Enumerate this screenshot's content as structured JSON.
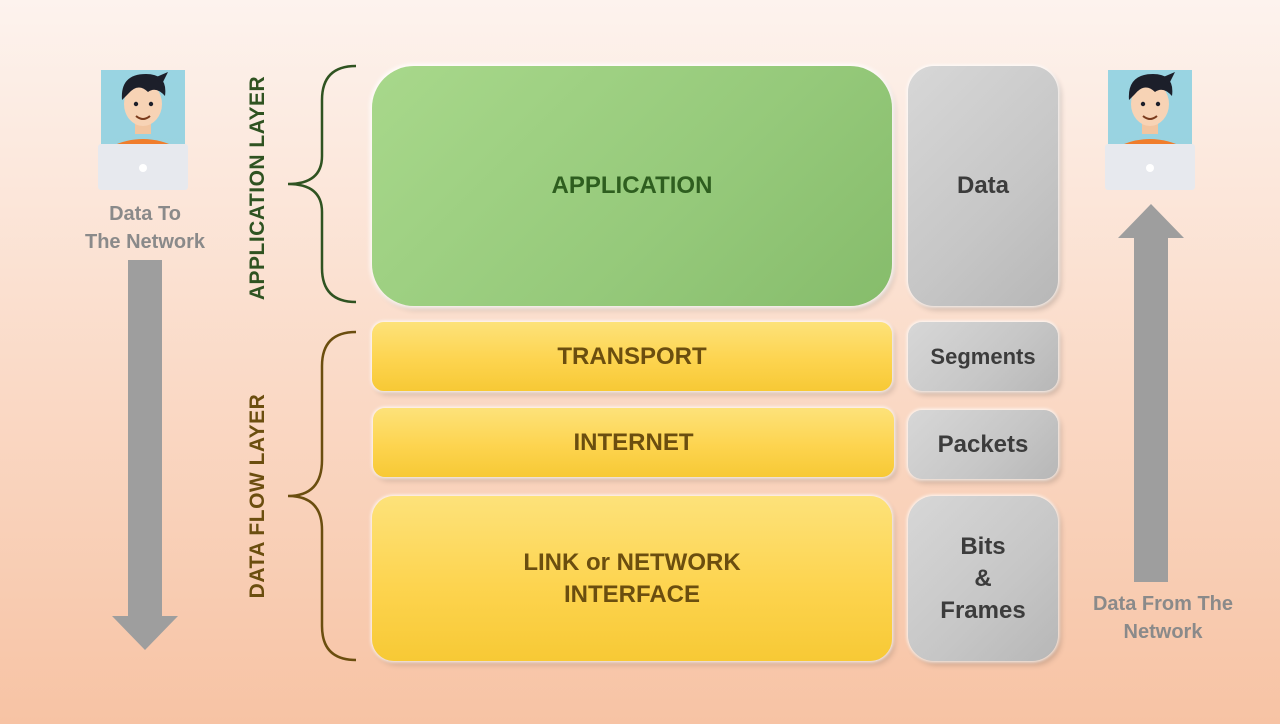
{
  "left": {
    "caption": "Data To\nThe Network"
  },
  "right": {
    "caption": "Data From The\nNetwork"
  },
  "groups": {
    "application": "APPLICATION LAYER",
    "data_flow": "DATA FLOW LAYER"
  },
  "layers": [
    {
      "name": "APPLICATION",
      "unit": "Data"
    },
    {
      "name": "TRANSPORT",
      "unit": "Segments"
    },
    {
      "name": "INTERNET",
      "unit": "Packets"
    },
    {
      "name": "LINK or NETWORK\nINTERFACE",
      "unit": "Bits\n&\nFrames"
    }
  ],
  "colors": {
    "application_layer": "#9bcf80",
    "data_flow_layers": "#fdd44f",
    "unit_boxes": "#c8c8c8",
    "application_brace": "#2f5321",
    "data_flow_brace": "#6b4e0f",
    "arrows": "#9e9e9e"
  },
  "icons": {
    "left_user": "user-with-laptop-icon",
    "right_user": "user-with-laptop-icon",
    "down_arrow": "arrow-down-icon",
    "up_arrow": "arrow-up-icon"
  }
}
